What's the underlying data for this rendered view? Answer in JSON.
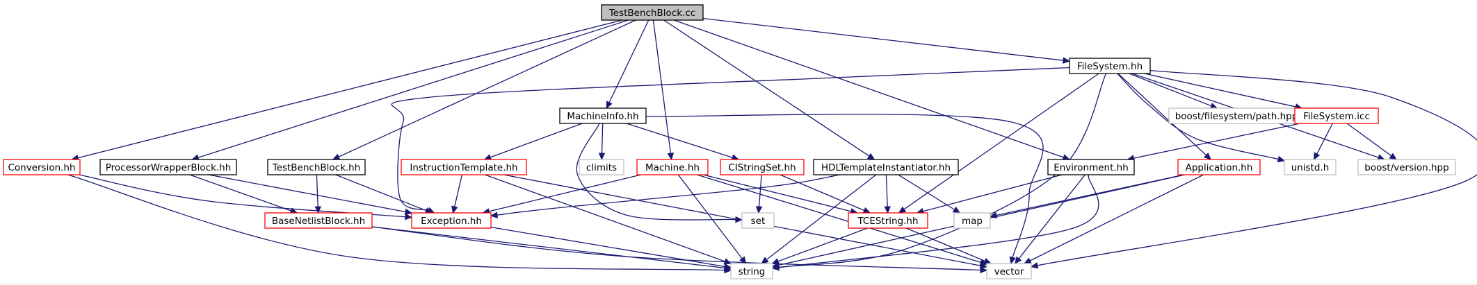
{
  "colors": {
    "edge": "#191970",
    "root_fill": "#bfbfbf",
    "root_border": "#000000",
    "normal_border": "#000000",
    "has_more_border": "#ff0000",
    "external_border": "#bfbfbf",
    "external_text": "#404040"
  },
  "nodes": [
    {
      "id": "root",
      "label": "TestBenchBlock.cc",
      "kind": "root"
    },
    {
      "id": "filesystem_hh",
      "label": "FileSystem.hh",
      "kind": "normal"
    },
    {
      "id": "machineinfo_hh",
      "label": "MachineInfo.hh",
      "kind": "normal"
    },
    {
      "id": "conversion_hh",
      "label": "Conversion.hh",
      "kind": "has-more"
    },
    {
      "id": "processorwrapperblock_hh",
      "label": "ProcessorWrapperBlock.hh",
      "kind": "normal"
    },
    {
      "id": "testbenchblock_hh",
      "label": "TestBenchBlock.hh",
      "kind": "normal"
    },
    {
      "id": "instructiontemplate_hh",
      "label": "InstructionTemplate.hh",
      "kind": "has-more"
    },
    {
      "id": "climits",
      "label": "climits",
      "kind": "external"
    },
    {
      "id": "machine_hh",
      "label": "Machine.hh",
      "kind": "has-more"
    },
    {
      "id": "cistringset_hh",
      "label": "CIStringSet.hh",
      "kind": "has-more"
    },
    {
      "id": "hdltemplateinstantiator_hh",
      "label": "HDLTemplateInstantiator.hh",
      "kind": "normal"
    },
    {
      "id": "environment_hh",
      "label": "Environment.hh",
      "kind": "normal"
    },
    {
      "id": "application_hh",
      "label": "Application.hh",
      "kind": "has-more"
    },
    {
      "id": "boost_filesystem_path_hpp",
      "label": "boost/filesystem/path.hpp",
      "kind": "external"
    },
    {
      "id": "filesystem_icc",
      "label": "FileSystem.icc",
      "kind": "has-more"
    },
    {
      "id": "unistd_h",
      "label": "unistd.h",
      "kind": "external"
    },
    {
      "id": "boost_version_hpp",
      "label": "boost/version.hpp",
      "kind": "external"
    },
    {
      "id": "basenetlistblock_hh",
      "label": "BaseNetlistBlock.hh",
      "kind": "has-more"
    },
    {
      "id": "exception_hh",
      "label": "Exception.hh",
      "kind": "has-more"
    },
    {
      "id": "set",
      "label": "set",
      "kind": "external"
    },
    {
      "id": "tcestring_hh",
      "label": "TCEString.hh",
      "kind": "has-more"
    },
    {
      "id": "map",
      "label": "map",
      "kind": "external"
    },
    {
      "id": "string",
      "label": "string",
      "kind": "external"
    },
    {
      "id": "vector",
      "label": "vector",
      "kind": "external"
    }
  ],
  "edges": [
    [
      "root",
      "filesystem_hh"
    ],
    [
      "root",
      "machineinfo_hh"
    ],
    [
      "root",
      "conversion_hh"
    ],
    [
      "root",
      "processorwrapperblock_hh"
    ],
    [
      "root",
      "testbenchblock_hh"
    ],
    [
      "root",
      "machine_hh"
    ],
    [
      "root",
      "hdltemplateinstantiator_hh"
    ],
    [
      "root",
      "environment_hh"
    ],
    [
      "filesystem_hh",
      "exception_hh"
    ],
    [
      "filesystem_hh",
      "boost_filesystem_path_hpp"
    ],
    [
      "filesystem_hh",
      "filesystem_icc"
    ],
    [
      "filesystem_hh",
      "unistd_h"
    ],
    [
      "filesystem_hh",
      "boost_version_hpp"
    ],
    [
      "filesystem_hh",
      "vector"
    ],
    [
      "filesystem_hh",
      "tcestring_hh"
    ],
    [
      "filesystem_hh",
      "string"
    ],
    [
      "filesystem_hh",
      "application_hh"
    ],
    [
      "machineinfo_hh",
      "instructiontemplate_hh"
    ],
    [
      "machineinfo_hh",
      "climits"
    ],
    [
      "machineinfo_hh",
      "cistringset_hh"
    ],
    [
      "machineinfo_hh",
      "set"
    ],
    [
      "machineinfo_hh",
      "vector"
    ],
    [
      "conversion_hh",
      "exception_hh"
    ],
    [
      "conversion_hh",
      "string"
    ],
    [
      "processorwrapperblock_hh",
      "basenetlistblock_hh"
    ],
    [
      "processorwrapperblock_hh",
      "exception_hh"
    ],
    [
      "testbenchblock_hh",
      "basenetlistblock_hh"
    ],
    [
      "testbenchblock_hh",
      "exception_hh"
    ],
    [
      "instructiontemplate_hh",
      "exception_hh"
    ],
    [
      "instructiontemplate_hh",
      "string"
    ],
    [
      "instructiontemplate_hh",
      "vector"
    ],
    [
      "machine_hh",
      "exception_hh"
    ],
    [
      "machine_hh",
      "string"
    ],
    [
      "machine_hh",
      "tcestring_hh"
    ],
    [
      "machine_hh",
      "vector"
    ],
    [
      "cistringset_hh",
      "set"
    ],
    [
      "cistringset_hh",
      "tcestring_hh"
    ],
    [
      "hdltemplateinstantiator_hh",
      "exception_hh"
    ],
    [
      "hdltemplateinstantiator_hh",
      "map"
    ],
    [
      "hdltemplateinstantiator_hh",
      "tcestring_hh"
    ],
    [
      "hdltemplateinstantiator_hh",
      "string"
    ],
    [
      "environment_hh",
      "tcestring_hh"
    ],
    [
      "environment_hh",
      "vector"
    ],
    [
      "environment_hh",
      "string"
    ],
    [
      "application_hh",
      "map"
    ],
    [
      "application_hh",
      "string"
    ],
    [
      "application_hh",
      "vector"
    ],
    [
      "filesystem_icc",
      "environment_hh"
    ],
    [
      "filesystem_icc",
      "unistd_h"
    ],
    [
      "filesystem_icc",
      "boost_version_hpp"
    ],
    [
      "basenetlistblock_hh",
      "string"
    ],
    [
      "basenetlistblock_hh",
      "vector"
    ],
    [
      "exception_hh",
      "string"
    ],
    [
      "tcestring_hh",
      "string"
    ],
    [
      "tcestring_hh",
      "vector"
    ]
  ]
}
